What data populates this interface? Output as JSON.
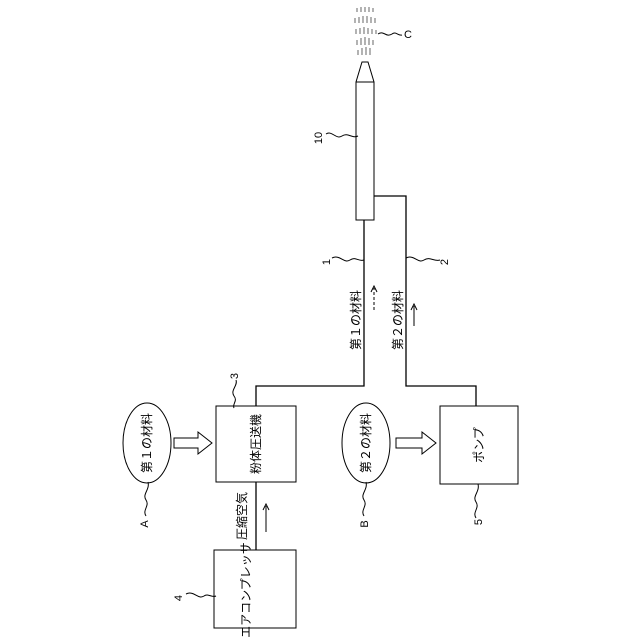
{
  "figure": {
    "boxes": {
      "compressor": "エアコンプレッサ",
      "feeder": "粉体圧送機",
      "pump": "ポンプ"
    },
    "materials": {
      "first_ellipse": "第１の材料",
      "second_ellipse": "第２の材料"
    },
    "flows": {
      "compressed_air": "圧縮空気",
      "first_line": "第１の材料",
      "second_line": "第２の材料"
    },
    "refs": {
      "r1": "1",
      "r2": "2",
      "r3": "3",
      "r4": "4",
      "r5": "5",
      "r10": "10",
      "rA": "A",
      "rB": "B",
      "rC": "C"
    }
  }
}
